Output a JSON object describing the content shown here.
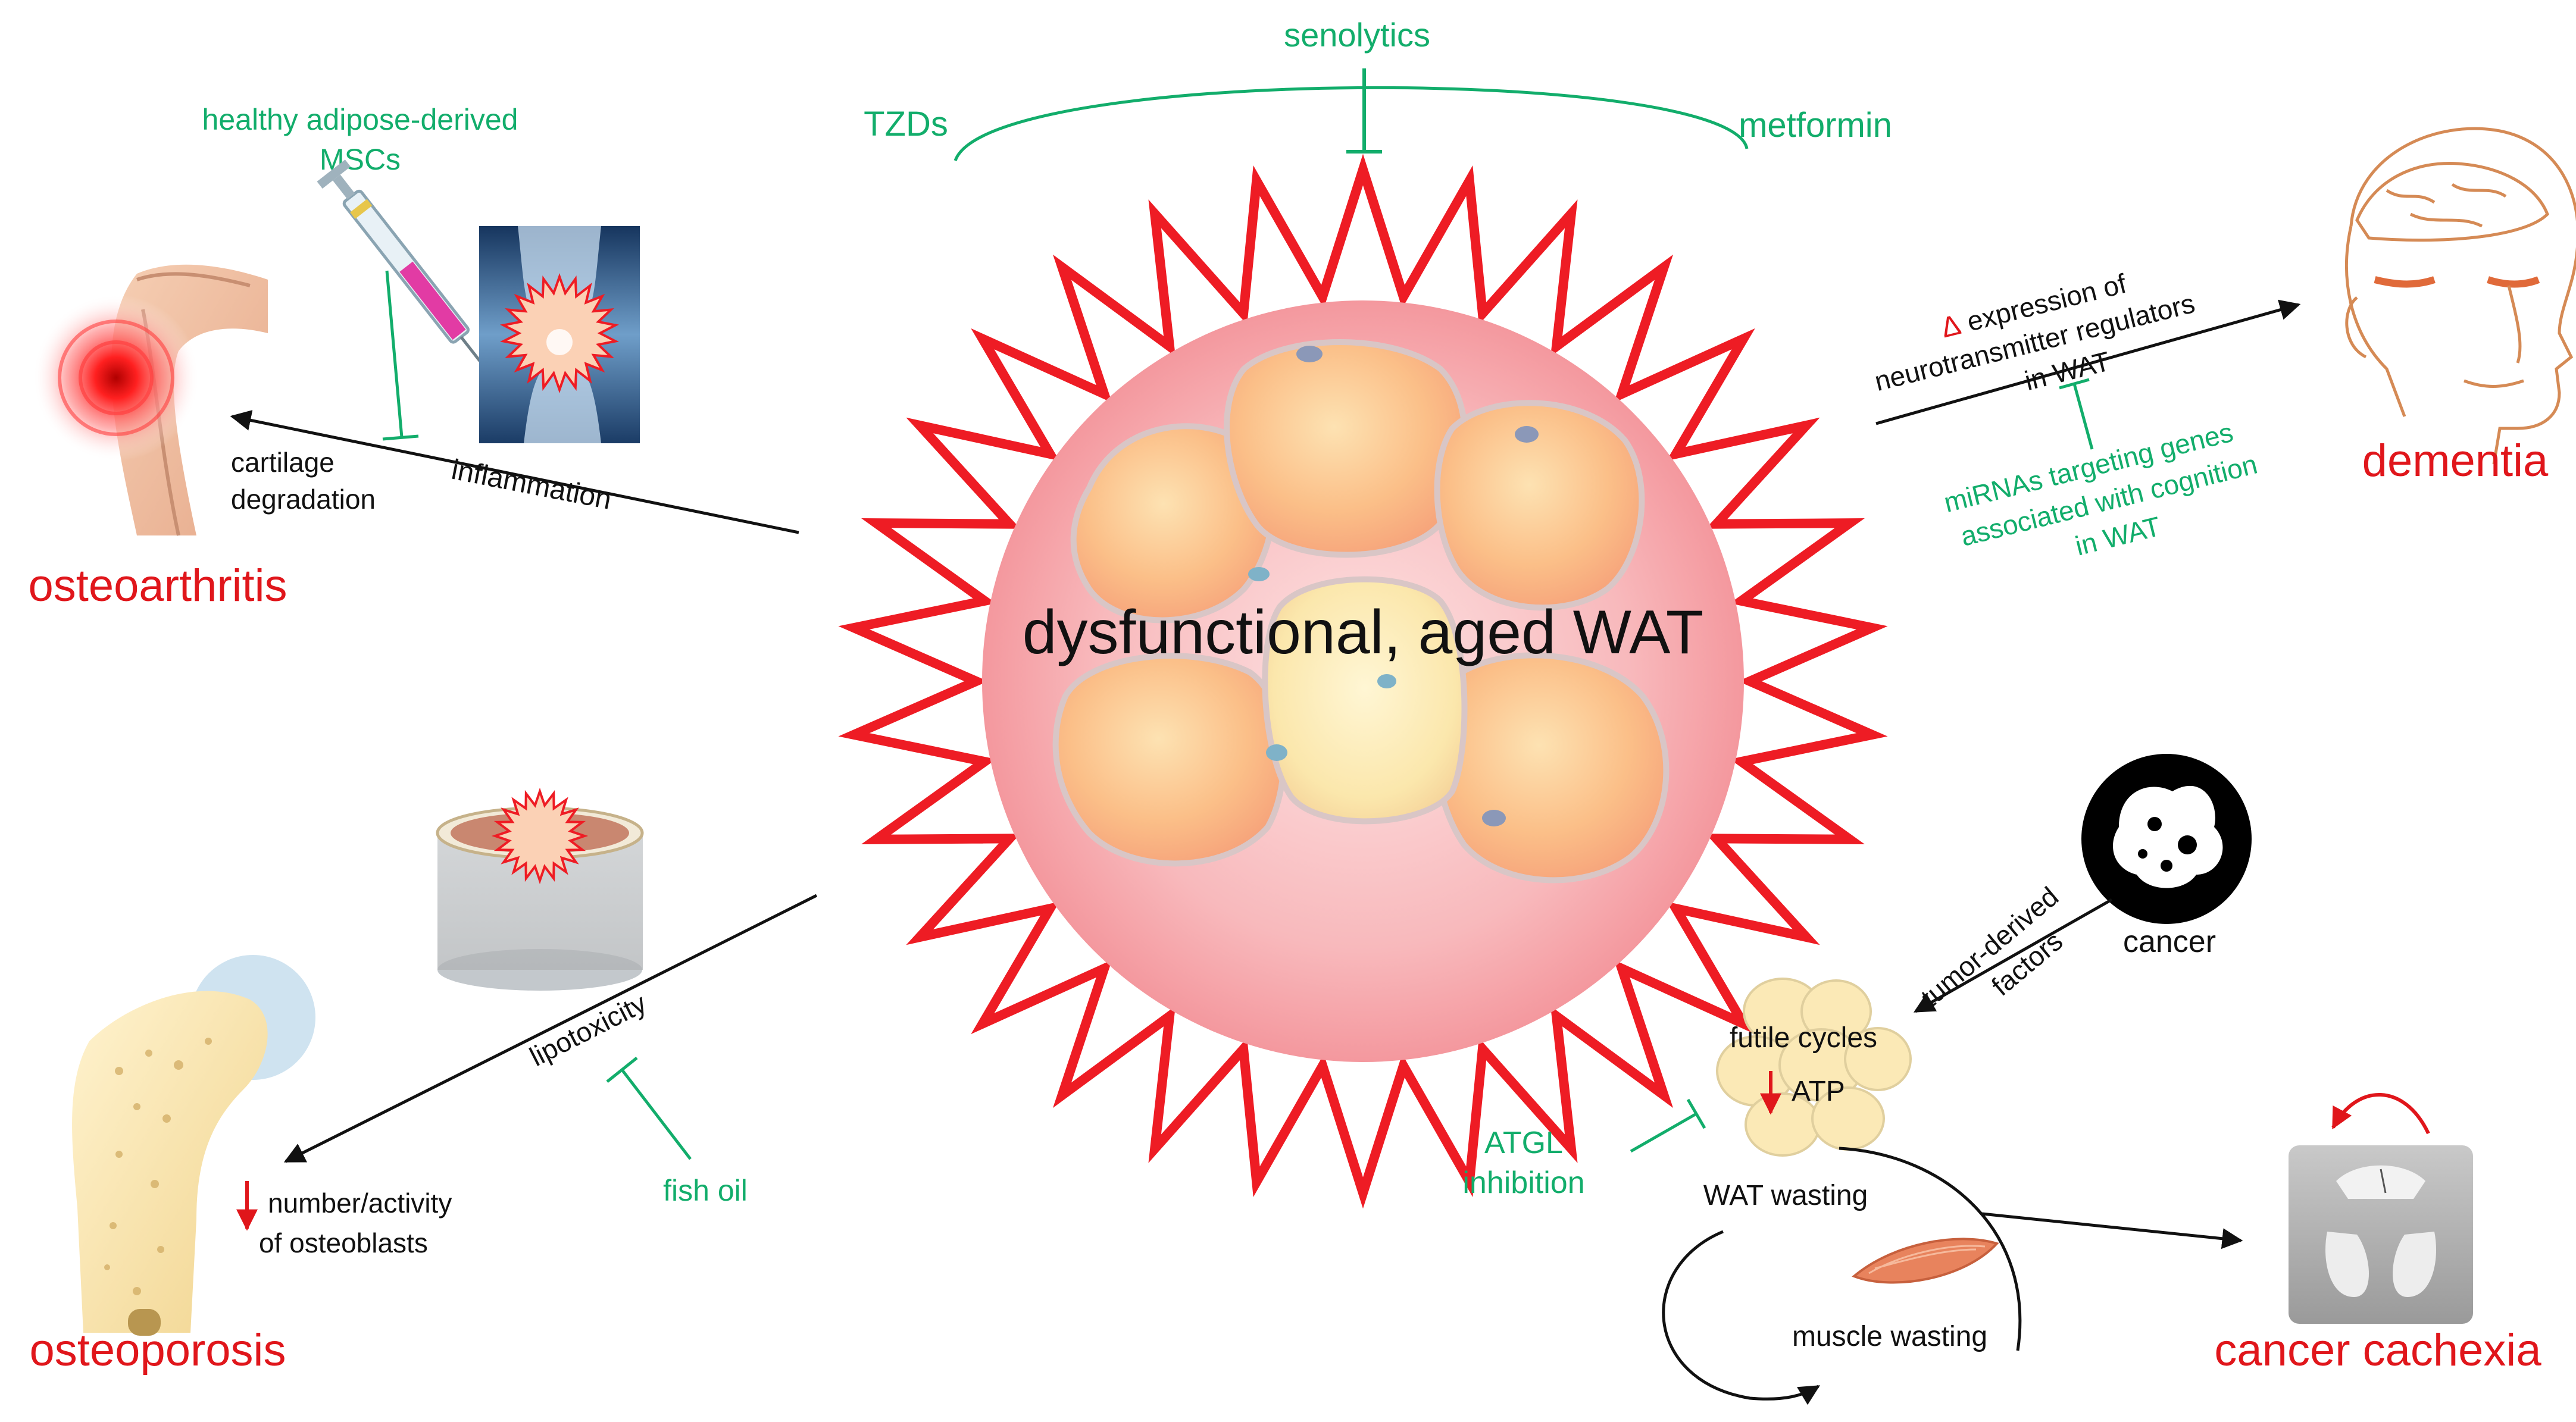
{
  "center": {
    "label": "dysfunctional, aged WAT"
  },
  "treatments": {
    "senolytics": "senolytics",
    "tzds": "TZDs",
    "metformin": "metformin",
    "msc_line1": "healthy  adipose-derived",
    "msc_line2": "MSCs",
    "fish_oil": "fish oil",
    "atgl_line1": "ATGL",
    "atgl_line2": "inhibition",
    "mirna_line1": "miRNAs targeting genes",
    "mirna_line2": "associated with cognition",
    "mirna_line3": "in WAT"
  },
  "diseases": {
    "osteoarthritis": "osteoarthritis",
    "osteoporosis": "osteoporosis",
    "dementia": "dementia",
    "cancer_cachexia": "cancer cachexia"
  },
  "labels": {
    "cartilage_line1": "cartilage",
    "cartilage_line2": "degradation",
    "inflammation": "inflammation",
    "lipotoxicity": "lipotoxicity",
    "osteoblast_line1": "number/activity",
    "osteoblast_line2": "of osteoblasts",
    "delta_symbol": "Δ",
    "neuro_line1": "expression of",
    "neuro_line2": "neurotransmitter regulators",
    "neuro_line3": "in WAT",
    "cancer": "cancer",
    "tumor_line1": "tumor-derived",
    "tumor_line2": "factors",
    "futile_cycles": "futile cycles",
    "atp": "ATP",
    "wat_wasting": "WAT wasting",
    "muscle_wasting": "muscle wasting"
  },
  "colors": {
    "treatment_green": "#12ad6b",
    "disease_red": "#e0161b",
    "star_red": "#ee1c24",
    "wat_pink": "#f5a2a7"
  }
}
